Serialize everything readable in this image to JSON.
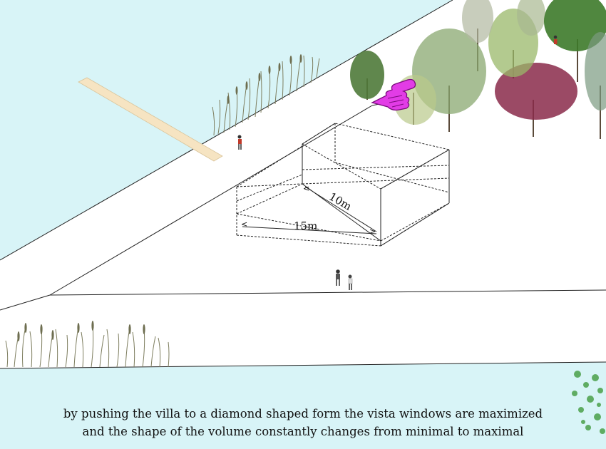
{
  "labels": {
    "dim_10": "10m",
    "dim_15": "15m",
    "arrow_left": "<",
    "arrow_right": ">"
  },
  "caption": {
    "line1": "by pushing the villa to a diamond shaped form the vista windows are maximized",
    "line2": "and the shape of the volume constantly changes from minimal to maximal"
  },
  "colors": {
    "water": "#d8f4f7",
    "ground": "#ffffff",
    "line": "#222222",
    "jetty": "#f6e4c2",
    "pointer_hand": "#e23ce6",
    "tree_green": "#6f9a4a",
    "tree_red": "#8a2a4a",
    "reeds": "#8b8b6a"
  },
  "icons": {
    "pointer": "pointing-hand-icon"
  }
}
